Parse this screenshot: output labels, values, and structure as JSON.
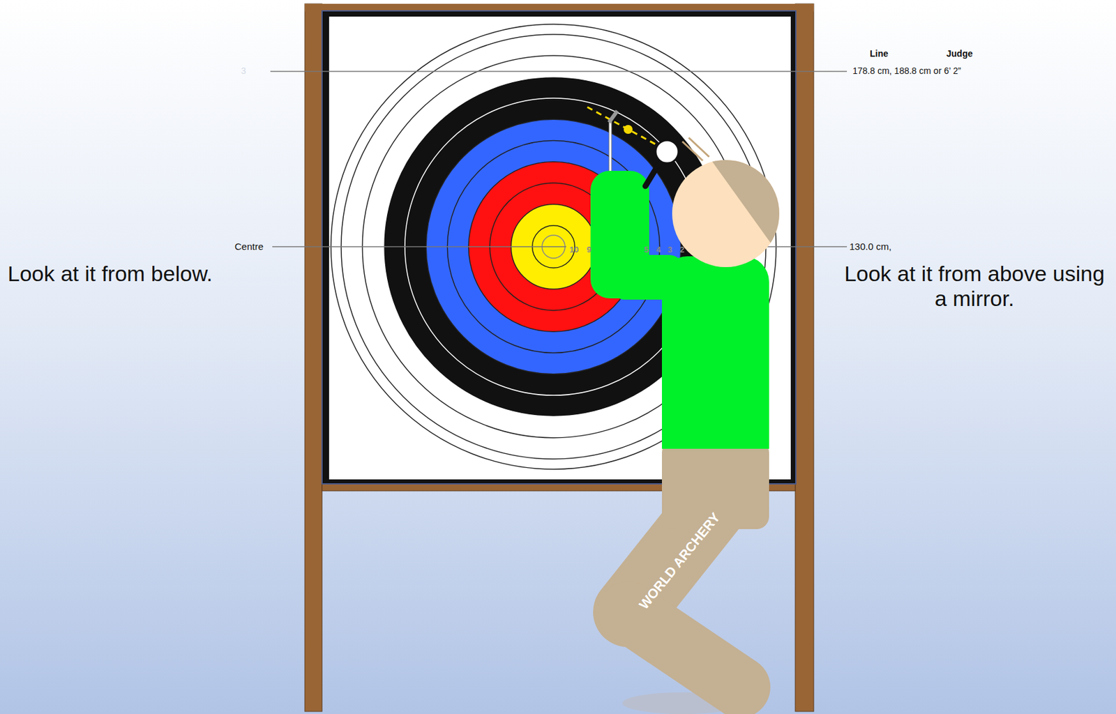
{
  "diagram": {
    "labels": [
      "Line",
      "Judge",
      "3",
      "178.8 cm,  188.8 cm or 6’ 2”",
      "Centre",
      "10",
      "9",
      "5",
      "4",
      "3",
      "2",
      "130.0 cm,",
      "Look at it from below.",
      "Look at it from above using a mirror.",
      "WORLD ARCHERY"
    ]
  }
}
